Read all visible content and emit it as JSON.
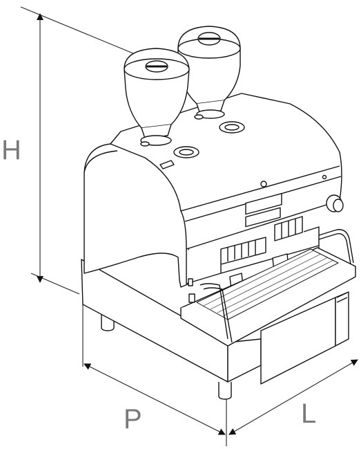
{
  "dimensions": {
    "height_label": "H",
    "depth_label": "P",
    "length_label": "L"
  },
  "colors": {
    "line": "#1a1a1a",
    "dimension_text": "#7a7a7a",
    "background": "#ffffff"
  }
}
